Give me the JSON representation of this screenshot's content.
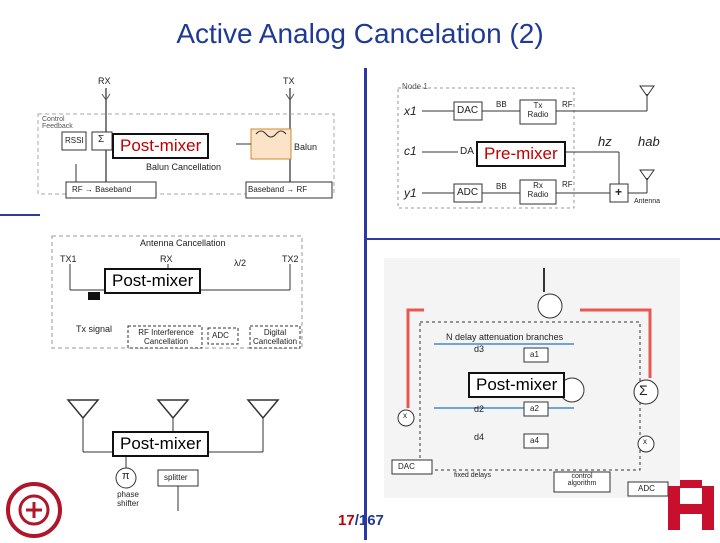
{
  "title": "Active Analog Cancelation (2)",
  "tags": {
    "post_mixer_1": "Post-mixer",
    "pre_mixer": "Pre-mixer",
    "post_mixer_2": "Post-mixer",
    "post_mixer_3": "Post-mixer",
    "post_mixer_4": "Post-mixer"
  },
  "fig1": {
    "rx": "RX",
    "tx": "TX",
    "control_feedback": "Control\nFeedback",
    "rssi": "RSSI",
    "sigma": "Σ",
    "balun": "Balun",
    "balun_cancellation": "Balun Cancellation",
    "rf_baseband": "RF → Baseband",
    "baseband_rf": "Baseband → RF"
  },
  "fig2": {
    "node": "Node 1",
    "x1": "x1",
    "c1": "c1",
    "y1": "y1",
    "dac1": "DAC",
    "dac2": "DA",
    "adc": "ADC",
    "bb1": "BB",
    "bb2": "BB",
    "rf1": "RF",
    "rf2": "RF",
    "tx_radio": "Tx\nRadio",
    "rx_radio": "Rx\nRadio",
    "hz": "hz",
    "hab": "hab",
    "plus": "+",
    "antenna": "Antenna"
  },
  "fig3": {
    "antenna_cancellation": "Antenna Cancellation",
    "tx1": "TX1",
    "rx": "RX",
    "tx2": "TX2",
    "lambda": "λ/2",
    "tx_signal": "Tx signal",
    "rf_interference": "RF Interference\nCancellation",
    "adc": "ADC",
    "digital_cancellation": "Digital\nCancellation"
  },
  "fig4": {
    "pi": "π",
    "splitter": "splitter",
    "phase_shifter": "phase\nshifter"
  },
  "fig5": {
    "n_delay": "N delay attenuation branches",
    "d3": "d3",
    "a1": "a1",
    "d2": "d2",
    "a2": "a2",
    "d4": "d4",
    "a4": "a4",
    "sigma": "Σ",
    "x": "x",
    "dac": "DAC",
    "fixed_delays": "fixed delays",
    "control_algorithm": "control\nalgorithm",
    "adc": "ADC"
  },
  "page": {
    "current": "17",
    "sep": "/",
    "total": "167"
  },
  "colors": {
    "title": "#1f3a93",
    "divider": "#2b3aa5",
    "red_arrow": "#e8584f",
    "blue_line": "#6aa7d8"
  }
}
